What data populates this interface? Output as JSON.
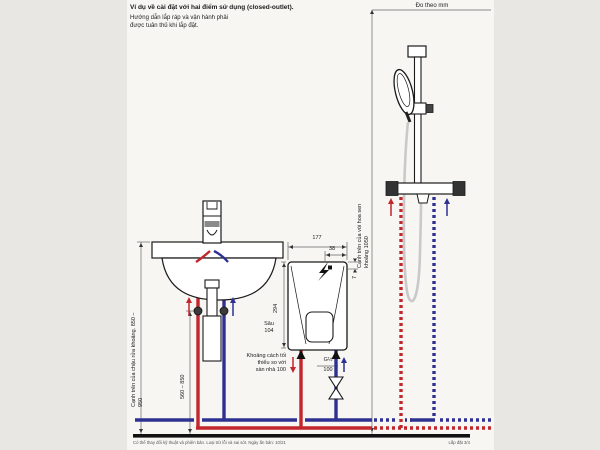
{
  "header": {
    "title": "Ví dụ về cài đặt với hai điểm sử dụng (closed-outlet).",
    "subtitle": "Hướng dẫn lắp ráp và vận hành phải\nđược tuân thủ khi lắp đặt.",
    "measure_note": "Đo theo mm"
  },
  "labels": {
    "dim_width": "177",
    "dim_offset": "38",
    "dim_conn_inset": "7",
    "dim_height": "294",
    "dim_depth": "Sâu\n104",
    "conn_thread": "G½",
    "conn_spacing": "100",
    "min_floor_clearance": "Khoảng cách tối\nthiểu so với\nsàn nhà 100",
    "basin_top_height": "Cạnh trên của chậu rửa khoảng. 850 –\n950",
    "valve_height_range": "560 – 850",
    "shower_top_height": "Cạnh trên của vòi hoa sen\nkhoảng 1050"
  },
  "footer": {
    "disclaimer": "Có thể thay đổi kỹ thuật và phiên bản. Loại trừ lỗi và sai sót. Ngày ấn bản: 10/21",
    "page_ref": "Lắp đặt 3/4"
  },
  "icons": {
    "electrical_connection": "lightning-bolt-icon",
    "shutoff_valve": "valve-bowtie-icon",
    "flow_direction": "arrow-icon"
  },
  "colors": {
    "hot_water": "#c1272d",
    "cold_water": "#2e3192",
    "outline": "#1a1a1a",
    "hose": "#c9c9c9",
    "floor": "#111111"
  }
}
